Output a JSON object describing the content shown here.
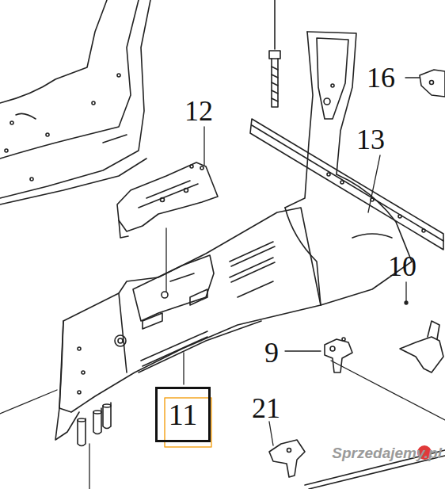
{
  "diagram": {
    "nodes": [
      {
        "text": [
          "11"
        ]
      }
    ],
    "labels": [
      "12",
      "16",
      "13",
      "10",
      "9",
      "21",
      "Sprzedajemy.pl"
    ]
  }
}
